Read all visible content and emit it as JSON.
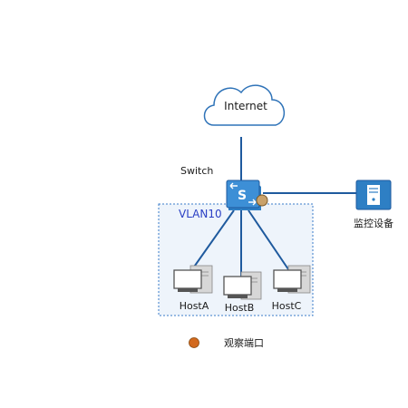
{
  "diagram": {
    "cloud_label": "Internet",
    "switch_label": "Switch",
    "switch_icon_letter": "S",
    "vlan_label": "VLAN10",
    "monitor_label": "监控设备",
    "hosts": [
      {
        "label": "HostA"
      },
      {
        "label": "HostB"
      },
      {
        "label": "HostC"
      }
    ],
    "legend": {
      "label": "观察端口",
      "color": "#d2691e"
    }
  },
  "colors": {
    "link": "#1f5a9e",
    "switch_fill": "#2e7fc4",
    "vlan_border": "#3a7bc8",
    "vlan_fill": "#eef4fb",
    "cloud_stroke": "#2f73b8",
    "port_fill": "#c9a26b"
  }
}
